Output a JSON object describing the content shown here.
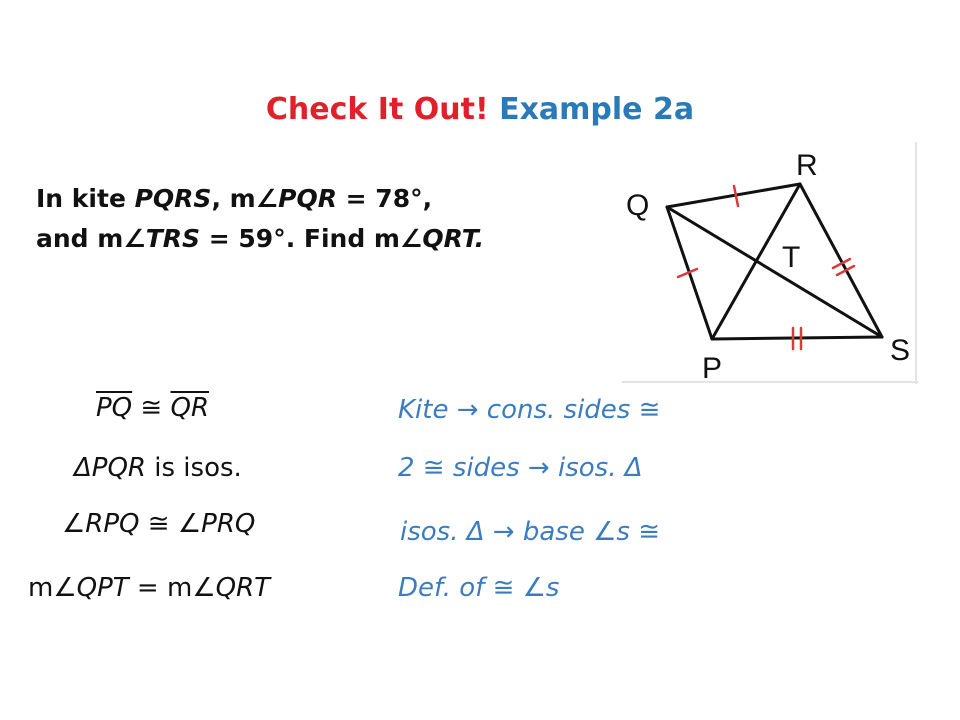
{
  "title": {
    "part1": "Check It Out!",
    "part2": "Example 2a",
    "part1_color": "#e0202a",
    "part2_color": "#2a7ab8"
  },
  "problem": {
    "line1_a": "In kite ",
    "line1_b": "PQRS",
    "line1_c": ", m∠",
    "line1_d": "PQR",
    "line1_e": " = 78°,",
    "line2_a": "and m∠",
    "line2_b": "TRS",
    "line2_c": " = 59°. Find m∠",
    "line2_d": "QRT."
  },
  "figure": {
    "labels": {
      "Q": "Q",
      "R": "R",
      "T": "T",
      "S": "S",
      "P": "P"
    }
  },
  "proof": [
    {
      "statement": {
        "seg1": "PQ",
        "sym": " ≅ ",
        "seg2": "QR"
      },
      "reason": "Kite → cons. sides ≅"
    },
    {
      "statement": {
        "a": "ΔPQR",
        "b": " is isos."
      },
      "reason": "2 ≅ sides → isos. Δ"
    },
    {
      "statement": {
        "text": "∠RPQ ≅ ∠PRQ"
      },
      "reason": "isos. Δ → base ∠s ≅"
    },
    {
      "statement": {
        "a": "m∠",
        "b": "QPT",
        "c": " = m∠",
        "d": "QRT"
      },
      "reason": "Def. of ≅ ∠s"
    }
  ],
  "colors": {
    "reason": "#3b7cc0",
    "text": "#111111"
  }
}
